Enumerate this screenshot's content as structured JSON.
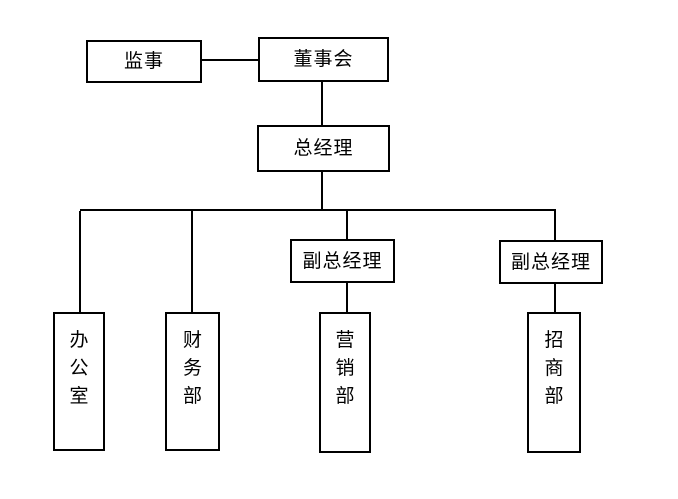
{
  "diagram": {
    "type": "org-chart",
    "background_color": "#ffffff",
    "line_color": "#000000",
    "nodes": {
      "supervisor": {
        "label": "监事"
      },
      "board": {
        "label": "董事会"
      },
      "general_manager": {
        "label": "总经理"
      },
      "deputy_gm_1": {
        "label": "副总经理"
      },
      "deputy_gm_2": {
        "label": "副总经理"
      },
      "office": {
        "label": "办公室",
        "orientation": "vertical"
      },
      "finance": {
        "label": "财务部",
        "orientation": "vertical"
      },
      "marketing": {
        "label": "营销部",
        "orientation": "vertical"
      },
      "investment": {
        "label": "招商部",
        "orientation": "vertical"
      }
    },
    "edges": [
      {
        "from": "supervisor",
        "to": "board"
      },
      {
        "from": "board",
        "to": "general_manager"
      },
      {
        "from": "general_manager",
        "to": "office"
      },
      {
        "from": "general_manager",
        "to": "finance"
      },
      {
        "from": "general_manager",
        "to": "deputy_gm_1"
      },
      {
        "from": "general_manager",
        "to": "deputy_gm_2"
      },
      {
        "from": "deputy_gm_1",
        "to": "marketing"
      },
      {
        "from": "deputy_gm_2",
        "to": "investment"
      }
    ]
  }
}
